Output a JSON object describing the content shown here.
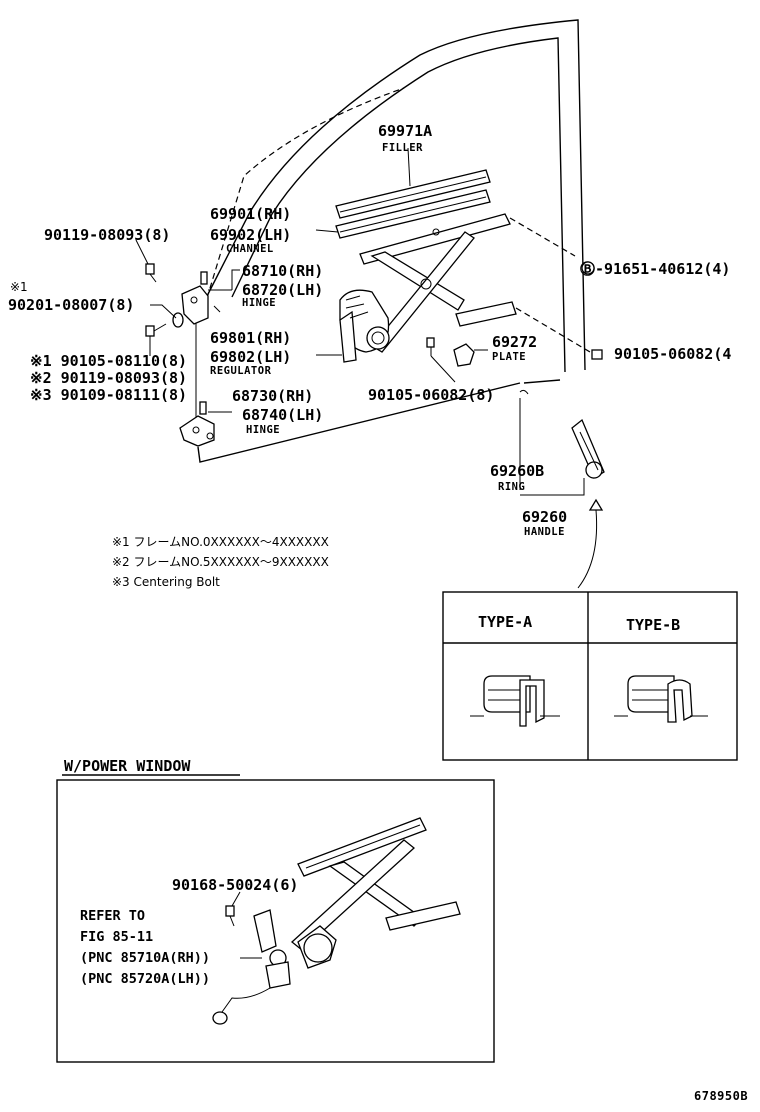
{
  "callouts": {
    "filler_pn": "69971A",
    "filler_label": "FILLER",
    "channel_rh": "69901(RH)",
    "channel_lh": "69902(LH)",
    "channel_label": "CHANNEL",
    "hinge_upper_rh": "68710(RH)",
    "hinge_upper_lh": "68720(LH)",
    "hinge_label_upper": "HINGE",
    "regulator_rh": "69801(RH)",
    "regulator_lh": "69802(LH)",
    "regulator_label": "REGULATOR",
    "hinge_lower_rh": "68730(RH)",
    "hinge_lower_lh": "68740(LH)",
    "hinge_label_lower": "HINGE",
    "bolt_top_left": "90119-08093(8)",
    "mark1_symbol": "※1",
    "bolt_hinge": "90201-08007(8)",
    "bolt_note1": "※1 90105-08110(8)",
    "bolt_note2": "※2 90119-08093(8)",
    "bolt_note3": "※3 90109-08111(8)",
    "nut_right": "Ⓑ-91651-40612(4)",
    "bolt_right": "90105-06082(4",
    "plate_pn": "69272",
    "plate_label": "PLATE",
    "bolt_center": "90105-06082(8)",
    "ring_pn": "69260B",
    "ring_label": "RING",
    "handle_pn": "69260",
    "handle_label": "HANDLE"
  },
  "notes": [
    "※1 フレームNO.0XXXXXX～4XXXXXX",
    "※2 フレームNO.5XXXXXX～9XXXXXX",
    "※3 Centering Bolt"
  ],
  "type_table": {
    "type_a": "TYPE-A",
    "type_b": "TYPE-B"
  },
  "power_window": {
    "title": "W/POWER WINDOW",
    "bolt": "90168-50024(6)",
    "refer_line1": "REFER TO",
    "refer_line2": "FIG 85-11",
    "refer_line3": "(PNC 85710A(RH))",
    "refer_line4": "(PNC 85720A(LH))"
  },
  "figure_number": "678950B"
}
